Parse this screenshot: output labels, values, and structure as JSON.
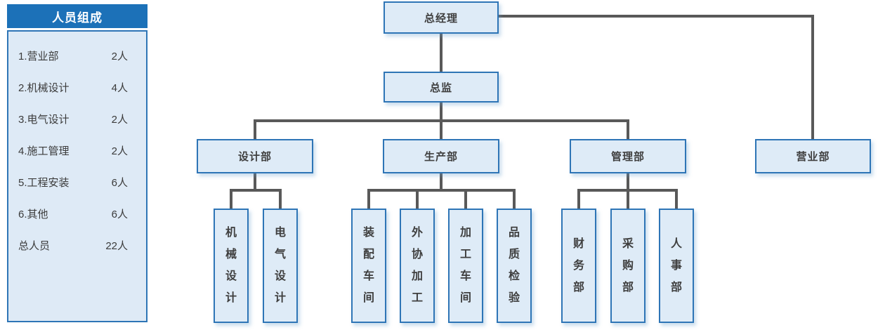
{
  "colors": {
    "header_blue": "#1C71B8",
    "panel_fill": "#DEEAF6",
    "node_fill": "#DEEBF7",
    "node_border": "#2E75B6",
    "connector_gray": "#595959"
  },
  "sidebar": {
    "title": "人员组成",
    "items": [
      {
        "label": "1.营业部",
        "count": "2人"
      },
      {
        "label": "2.机械设计",
        "count": "4人"
      },
      {
        "label": "3.电气设计",
        "count": "2人"
      },
      {
        "label": "4.施工管理",
        "count": "2人"
      },
      {
        "label": "5.工程安装",
        "count": "6人"
      },
      {
        "label": "6.其他",
        "count": "6人"
      },
      {
        "label": "总人员",
        "count": "22人"
      }
    ]
  },
  "org": {
    "nodes": {
      "gm": "总经理",
      "director": "总监",
      "design": "设计部",
      "production": "生产部",
      "admin": "管理部",
      "sales": "营业部",
      "mech": "机械设计",
      "elec": "电气设计",
      "assembly": "装配车间",
      "outsourcing": "外协加工",
      "machining": "加工车间",
      "quality": "品质检验",
      "finance": "财务部",
      "purchasing": "采购部",
      "hr": "人事部"
    }
  }
}
